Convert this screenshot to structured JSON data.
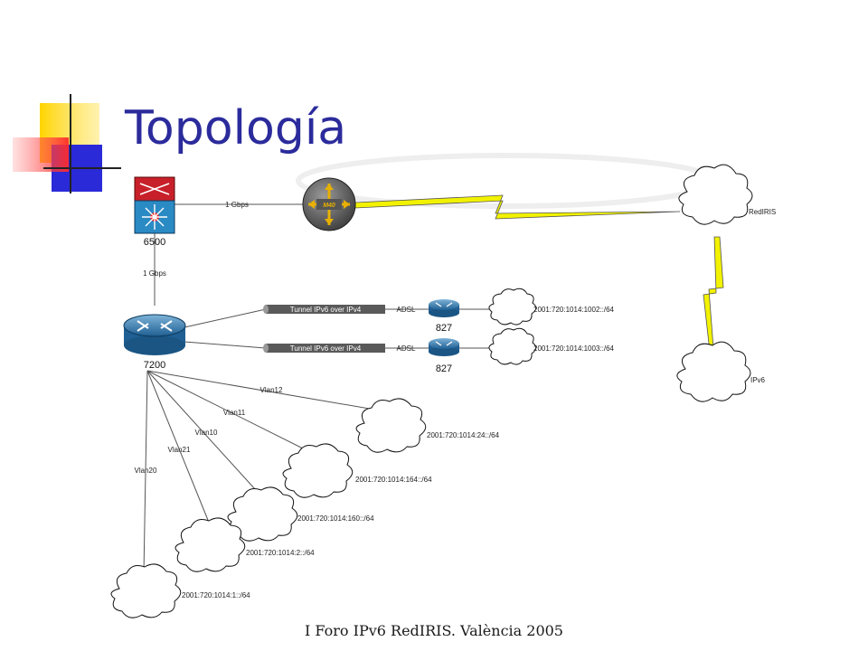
{
  "slide": {
    "title": "Topología",
    "footer": "I Foro IPv6 RedIRIS. València 2005"
  },
  "diagram": {
    "devices": {
      "switch_6500": "6500",
      "router_7200": "7200",
      "juniper": "M40",
      "router_827_a": "827",
      "router_827_b": "827"
    },
    "links": {
      "gbps_top": "1 Gbps",
      "gbps_vertical": "1 Gbps",
      "tunnel_a": "Tunnel IPv6 over IPv4",
      "tunnel_b": "Tunnel IPv6 over IPv4",
      "adsl_a": "ADSL",
      "adsl_b": "ADSL"
    },
    "clouds": {
      "rediris": "RedIRIS",
      "ipv6": "IPv6",
      "prefix_1002": "2001:720:1014:1002::/64",
      "prefix_1003": "2001:720:1014:1003::/64",
      "prefix_24": "2001:720:1014:24::/64",
      "prefix_164": "2001:720:1014:164::/64",
      "prefix_160": "2001:720:1014:160::/64",
      "prefix_2": "2001:720:1014:2::/64",
      "prefix_1": "2001:720:1014:1::/64"
    },
    "vlans": {
      "vlan12": "Vlan12",
      "vlan11": "Vlan11",
      "vlan10": "Vlan10",
      "vlan21": "Vlan21",
      "vlan20": "Vlan20"
    }
  }
}
